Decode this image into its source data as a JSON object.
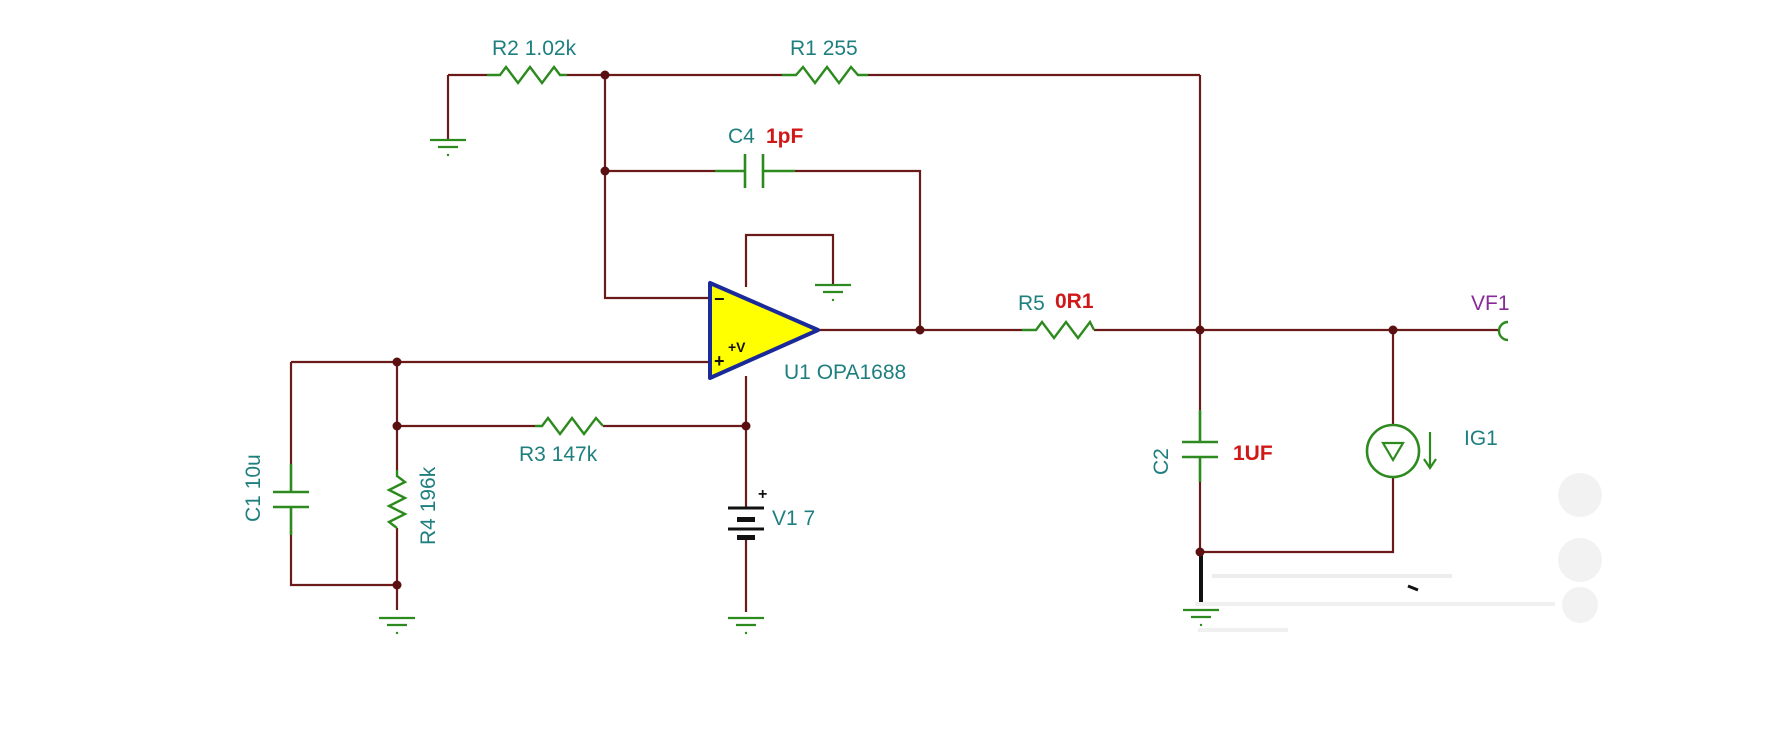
{
  "schematic": {
    "components": {
      "r2": {
        "ref": "R2",
        "value": "1.02k"
      },
      "r1": {
        "ref": "R1",
        "value": "255"
      },
      "c4": {
        "ref": "C4",
        "value": "1pF"
      },
      "u1": {
        "ref": "U1",
        "value": "OPA1688",
        "minus": "−",
        "plus": "+",
        "supply": "+V"
      },
      "r5": {
        "ref": "R5",
        "value": "0R1"
      },
      "vf1": {
        "ref": "VF1"
      },
      "r3": {
        "ref": "R3",
        "value": "147k"
      },
      "c1": {
        "ref": "C1",
        "value": "10u"
      },
      "r4": {
        "ref": "R4",
        "value": "196k"
      },
      "v1": {
        "ref": "V1",
        "value": "7",
        "polarity": "+"
      },
      "c2": {
        "ref": "C2",
        "value": "1UF"
      },
      "ig1": {
        "ref": "IG1"
      }
    },
    "colors": {
      "wire": "#6b1a1a",
      "component": "#2d8a1e",
      "label": "#1f7f7f",
      "value_highlight": "#d01818",
      "probe_label": "#8a2a9a",
      "opamp_fill": "#ffff00",
      "opamp_outline": "#1a2a9a"
    }
  }
}
